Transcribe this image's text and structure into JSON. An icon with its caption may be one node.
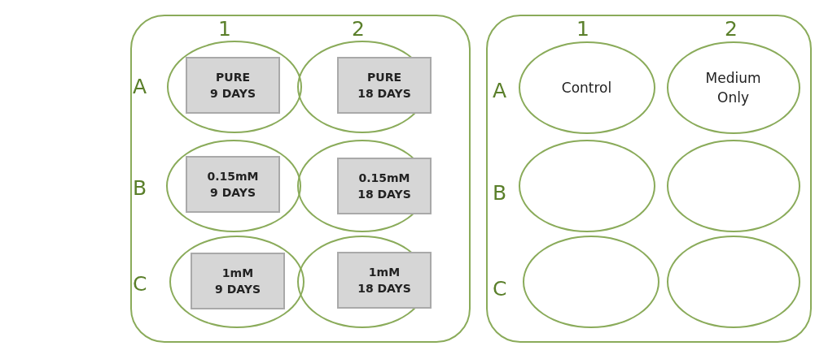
{
  "diagram": {
    "nodes": [
      {
        "text": [],
        "shape": "box"
      },
      {
        "text": [],
        "shape": "circle",
        "in": 0
      },
      {
        "text": [
          "PURE 9 DAYS"
        ],
        "in": 1
      },
      {
        "text": [],
        "shape": "circle",
        "in": 0
      },
      {
        "text": [
          "PURE 18 DAYS"
        ],
        "in": 3
      },
      {
        "text": [],
        "shape": "circle",
        "in": 0
      },
      {
        "text": [
          "0.15mM 9 DAYS"
        ],
        "in": 5
      },
      {
        "text": [],
        "shape": "circle",
        "in": 0
      },
      {
        "text": [
          "0.15mM 18 DAYS"
        ],
        "in": 7
      },
      {
        "text": [],
        "shape": "circle",
        "in": 0
      },
      {
        "text": [
          "1mM 9 DAYS"
        ],
        "in": 9
      },
      {
        "text": [],
        "shape": "circle",
        "in": 0
      },
      {
        "text": [
          "1mM 18 DAYS"
        ],
        "in": 11
      },
      {
        "text": [],
        "shape": "box"
      },
      {
        "text": [
          "Control"
        ],
        "in": 13
      },
      {
        "text": [
          "Medium Only"
        ],
        "in": 13
      },
      {
        "text": [],
        "shape": "circle",
        "in": 13
      },
      {
        "text": [],
        "shape": "circle",
        "in": 13
      },
      {
        "text": [],
        "shape": "circle",
        "in": 13
      },
      {
        "text": [],
        "shape": "circle",
        "in": 13
      }
    ],
    "edges": [],
    "labels": [
      "1",
      "2",
      "A",
      "B",
      "C",
      "1",
      "2",
      "A",
      "B",
      "C"
    ]
  }
}
